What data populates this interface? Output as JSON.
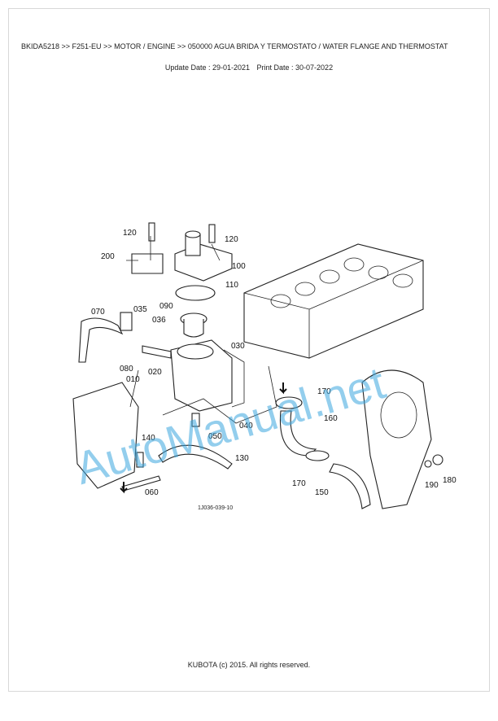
{
  "header": {
    "breadcrumb": "BKIDA5218 >> F251-EU >> MOTOR / ENGINE >> 050000   AGUA BRIDA Y TERMOSTATO / WATER FLANGE AND THERMOSTAT",
    "update_date": "Update Date : 29-01-2021",
    "print_date": "Print Date : 30-07-2022"
  },
  "diagram": {
    "reference_code": "1J036-039-10",
    "watermark": "AutoManual.net",
    "callouts": [
      "120",
      "120",
      "200",
      "100",
      "110",
      "090",
      "070",
      "035",
      "036",
      "030",
      "080",
      "010",
      "020",
      "040",
      "050",
      "140",
      "130",
      "060",
      "170",
      "160",
      "170",
      "150",
      "190",
      "180"
    ]
  },
  "footer": {
    "copyright": "KUBOTA (c) 2015. All rights reserved."
  }
}
